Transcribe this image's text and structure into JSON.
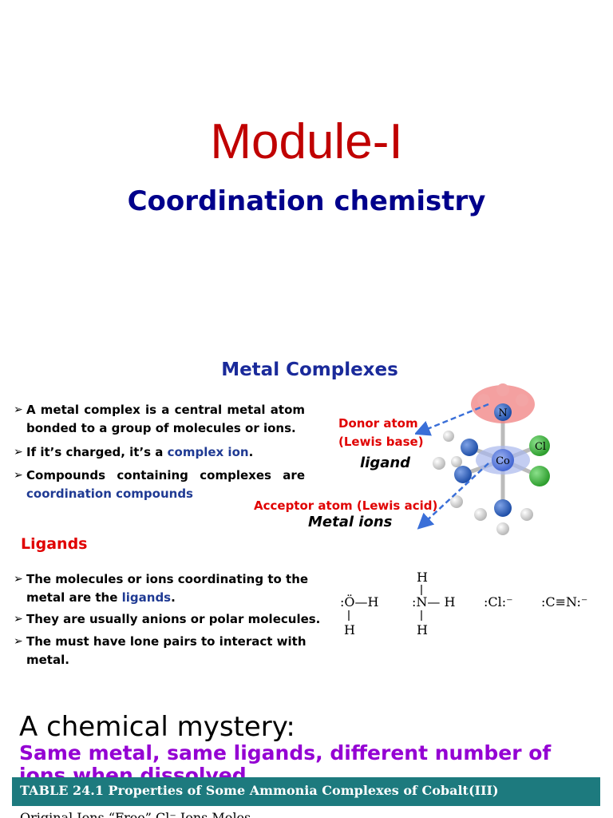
{
  "title": "Module-I",
  "subtitle": "Coordination chemistry",
  "metal_complexes": {
    "heading": "Metal Complexes",
    "bullet1": "A metal complex is a central metal atom bonded to a group of molecules or ions.",
    "bullet2_pre": "If it’s charged, it’s a ",
    "bullet2_term": "complex ion",
    "bullet2_post": ".",
    "bullet3_pre": "Compounds containing complexes are ",
    "bullet3_term": "coordination compounds"
  },
  "diagram": {
    "donor_line1": "Donor atom",
    "donor_line2": "(Lewis base)",
    "ligand": "ligand",
    "acceptor": "Acceptor atom (Lewis acid)",
    "metal_ions": "Metal ions",
    "atom_n": "N",
    "atom_co": "Co",
    "atom_cl": "Cl",
    "colors": {
      "nitrogen": "#1f4fa8",
      "cobalt": "#3b5fd0",
      "chlorine": "#2e9e2e",
      "hydrogen": "#d8d8d8",
      "highlight": "#f08080",
      "arrow": "#3a6fd8"
    }
  },
  "ligands": {
    "heading": "Ligands",
    "bullet1_pre": "The molecules or ions coordinating to the metal are the ",
    "bullet1_term": "ligands",
    "bullet1_post": ".",
    "bullet2": "They are usually anions or polar molecules.",
    "bullet3": "The must have lone pairs to interact with metal."
  },
  "lewis": {
    "water_o": ":Ö—H",
    "water_h": "H",
    "ammonia_top": "H",
    "ammonia_mid": ":N— H",
    "ammonia_bot": "H",
    "chloride": ":Cl:⁻",
    "cyanide": ":C≡N:⁻"
  },
  "mystery": {
    "heading": "A chemical mystery:",
    "subheading": "Same metal, same ligands, different number of ions when dissolved"
  },
  "table": {
    "title": "TABLE 24.1    Properties of Some Ammonia Complexes of Cobalt(III)",
    "next_row": "Original          Ions          “Free” Cl⁻ Ions          Moles"
  }
}
